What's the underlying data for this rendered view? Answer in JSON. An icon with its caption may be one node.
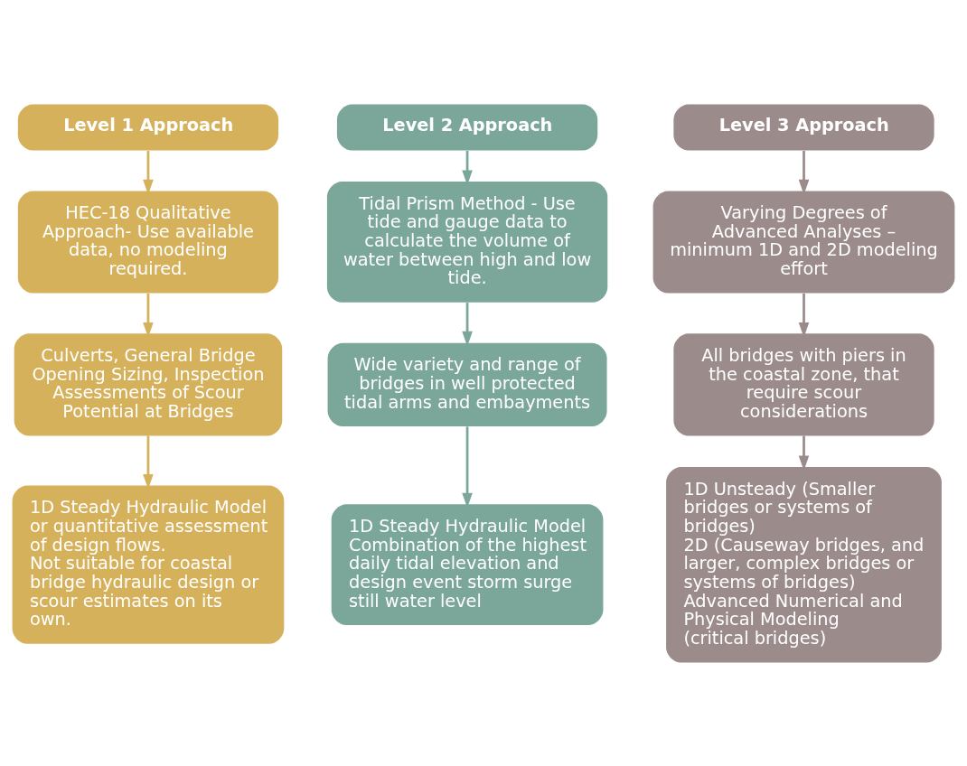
{
  "diagram": {
    "nodes": [
      {
        "text": [
          "Level 1 Approach"
        ]
      },
      {
        "text": [
          "HEC-18 Qualitative Approach- Use available data, no modeling required."
        ]
      },
      {
        "text": [
          "Culverts, General Bridge Opening Sizing, Inspection Assessments of Scour Potential at Bridges"
        ]
      },
      {
        "text": [
          "1D Steady Hydraulic Model or quantitative assessment of design flows.",
          "Not suitable for coastal bridge hydraulic design or scour estimates on its own."
        ]
      },
      {
        "text": [
          "Level 2 Approach"
        ]
      },
      {
        "text": [
          "Tidal Prism Method - Use tide and gauge data to calculate the volume of water between high and low tide."
        ]
      },
      {
        "text": [
          "Wide variety and range of bridges in well protected tidal arms and embayments"
        ]
      },
      {
        "text": [
          "1D Steady Hydraulic Model",
          "Combination of the highest daily tidal elevation and design event storm surge still water level"
        ]
      },
      {
        "text": [
          "Level 3 Approach"
        ]
      },
      {
        "text": [
          "Varying Degrees of Advanced Analyses – minimum 1D and 2D modeling effort"
        ]
      },
      {
        "text": [
          "All bridges with piers in the coastal zone, that require scour considerations"
        ]
      },
      {
        "text": [
          "1D Unsteady (Smaller bridges or systems of bridges)",
          "2D (Causeway bridges, and larger, complex bridges or systems of bridges)",
          "Advanced Numerical and Physical Modeling (critical bridges)"
        ]
      }
    ],
    "edges": [
      {
        "from": 0,
        "to": 1,
        "arrow": "to",
        "color": "#d6b15b"
      },
      {
        "from": 1,
        "to": 2,
        "arrow": "to",
        "color": "#d6b15b"
      },
      {
        "from": 2,
        "to": 3,
        "arrow": "to",
        "color": "#d6b15b"
      },
      {
        "from": 4,
        "to": 5,
        "arrow": "to",
        "color": "#7ba69a"
      },
      {
        "from": 5,
        "to": 6,
        "arrow": "to",
        "color": "#7ba69a"
      },
      {
        "from": 6,
        "to": 7,
        "arrow": "to",
        "color": "#7ba69a"
      },
      {
        "from": 8,
        "to": 9,
        "arrow": "to",
        "color": "#9b8b8b"
      },
      {
        "from": 9,
        "to": 10,
        "arrow": "to",
        "color": "#9b8b8b"
      },
      {
        "from": 10,
        "to": 11,
        "arrow": "to",
        "color": "#9b8b8b"
      }
    ]
  }
}
